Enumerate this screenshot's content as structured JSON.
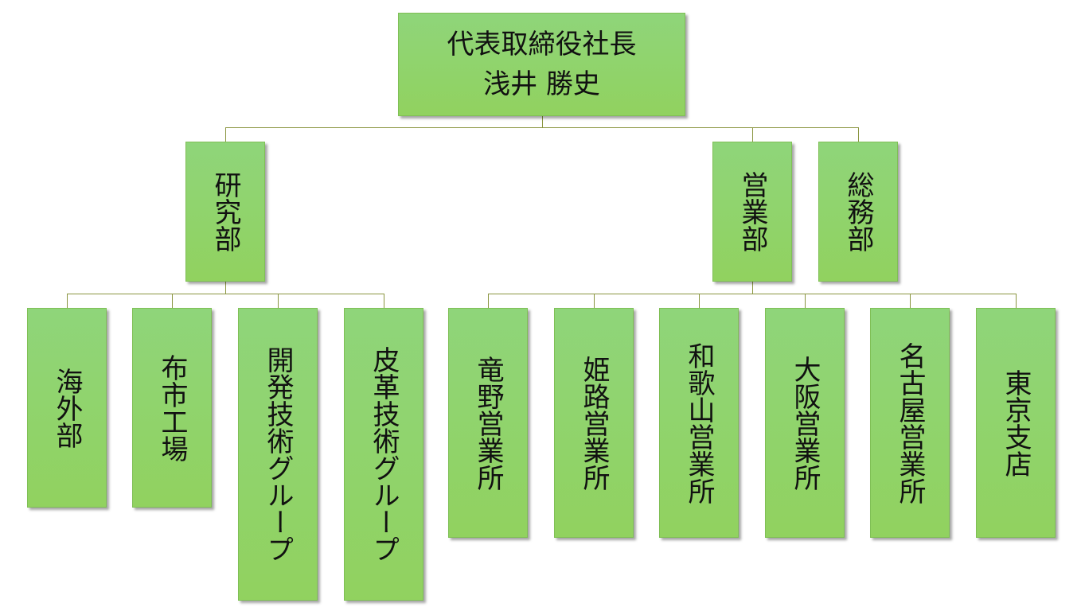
{
  "root": {
    "title": "代表取締役社長",
    "name": "浅井 勝史"
  },
  "departments": {
    "research": "研究部",
    "sales": "営業部",
    "general": "総務部"
  },
  "research_units": [
    "海外部",
    "布市工場",
    "開発技術グループ",
    "皮革技術グループ"
  ],
  "sales_units": [
    "竜野営業所",
    "姫路営業所",
    "和歌山営業所",
    "大阪営業所",
    "名古屋営業所",
    "東京支店"
  ]
}
